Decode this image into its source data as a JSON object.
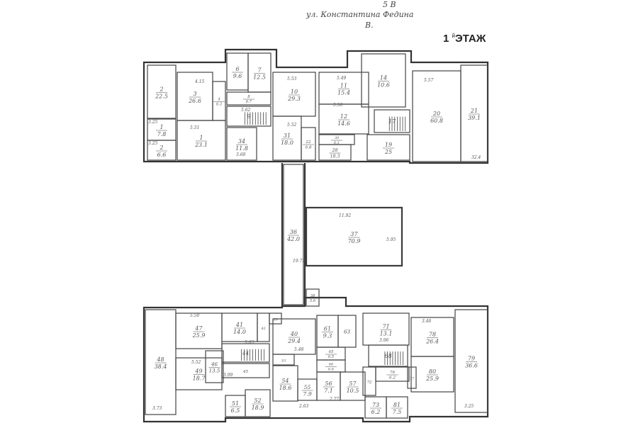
{
  "header": {
    "house_number": "5 В",
    "street": "ул. Константина Федина",
    "letter": "В.",
    "floor_number": "1",
    "floor_suffix": "й",
    "floor_label": "ЭТАЖ"
  },
  "rooms": [
    {
      "num": "2",
      "area": "22.5"
    },
    {
      "num": "1",
      "area": "7.8"
    },
    {
      "num": "2",
      "area": "6.6"
    },
    {
      "num": "3",
      "area": "26.6"
    },
    {
      "num": "4",
      "area": "6.3"
    },
    {
      "num": "1",
      "area": "23.1"
    },
    {
      "num": "6",
      "area": "9.6"
    },
    {
      "num": "7",
      "area": "12.5"
    },
    {
      "num": "8",
      "area": "6.7"
    },
    {
      "num": "9",
      "area": ""
    },
    {
      "num": "34",
      "area": "11.8"
    },
    {
      "num": "10",
      "area": "29.3"
    },
    {
      "num": "31",
      "area": "18.0"
    },
    {
      "num": "22",
      "area": "6.8"
    },
    {
      "num": "11",
      "area": "15.4"
    },
    {
      "num": "12",
      "area": "14.6"
    },
    {
      "num": "30",
      "area": "6.1"
    },
    {
      "num": "28",
      "area": "18.3"
    },
    {
      "num": "14",
      "area": "10.6"
    },
    {
      "num": "17",
      "area": ""
    },
    {
      "num": "19",
      "area": "25"
    },
    {
      "num": "20",
      "area": "60.8"
    },
    {
      "num": "21",
      "area": "39.1"
    },
    {
      "num": "36",
      "area": "42.0"
    },
    {
      "num": "37",
      "area": "70.9"
    },
    {
      "num": "38",
      "area": "5.6"
    },
    {
      "num": "48",
      "area": "38.4"
    },
    {
      "num": "47",
      "area": "25.9"
    },
    {
      "num": "46",
      "area": "13.5"
    },
    {
      "num": "49",
      "area": "18.7"
    },
    {
      "num": "41",
      "area": "14.0"
    },
    {
      "num": "42",
      "area": ""
    },
    {
      "num": "39",
      "area": ""
    },
    {
      "num": "44",
      "area": ""
    },
    {
      "num": "45",
      "area": ""
    },
    {
      "num": "51",
      "area": "6.5"
    },
    {
      "num": "52",
      "area": "18.9"
    },
    {
      "num": "40",
      "area": "29.4"
    },
    {
      "num": "53",
      "area": ""
    },
    {
      "num": "54",
      "area": "18.6"
    },
    {
      "num": "55",
      "area": "7.9"
    },
    {
      "num": "61",
      "area": "9.3"
    },
    {
      "num": "63",
      "area": ""
    },
    {
      "num": "65",
      "area": "6.5"
    },
    {
      "num": "66",
      "area": "6.6"
    },
    {
      "num": "57",
      "area": "10.5"
    },
    {
      "num": "56",
      "area": "7.1"
    },
    {
      "num": "71",
      "area": "13.1"
    },
    {
      "num": "68",
      "area": ""
    },
    {
      "num": "76",
      "area": "6.2"
    },
    {
      "num": "72",
      "area": ""
    },
    {
      "num": "73",
      "area": "6.2"
    },
    {
      "num": "81",
      "area": "7.5"
    },
    {
      "num": "78",
      "area": "26.4"
    },
    {
      "num": "80",
      "area": "25.9"
    },
    {
      "num": "77",
      "area": ""
    },
    {
      "num": "79",
      "area": "36.6"
    }
  ],
  "dimensions": [
    "4.15",
    "5.53",
    "5.51",
    "3.25",
    "3.25",
    "3.68",
    "5.62",
    "5.52",
    "5.49",
    "5.56",
    "5.57",
    "32.4",
    "11.92",
    "5.95",
    "19.73",
    "5.50",
    "5.52",
    "3.73",
    "5.48",
    "5.65",
    "3.99",
    "3.46",
    "3.96",
    "3.25",
    "2.63",
    "2.77"
  ]
}
